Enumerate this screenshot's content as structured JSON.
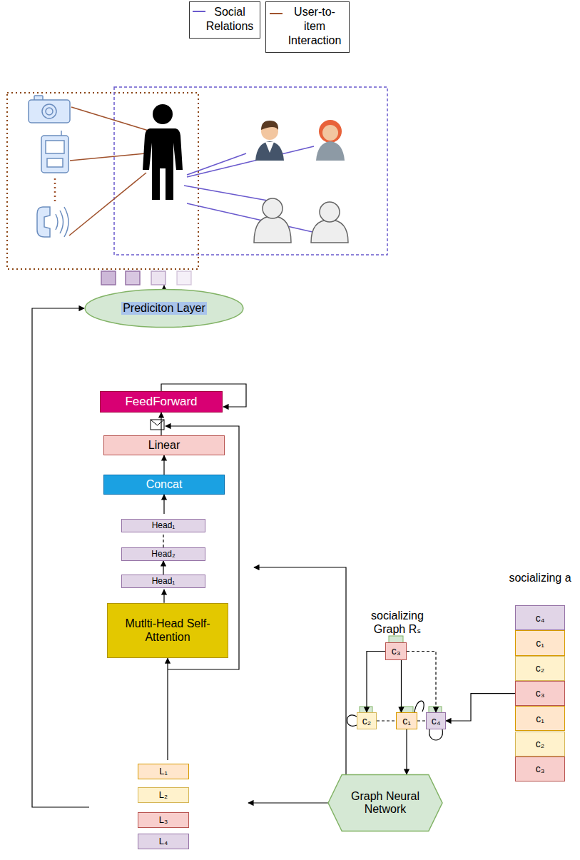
{
  "diagram": {
    "nodes": [
      {
        "text": [
          "Prediciton Layer"
        ]
      },
      {
        "text": []
      },
      {
        "text": [
          "FeedForward"
        ],
        "in": 1
      },
      {
        "text": [
          "Linear"
        ],
        "in": 1
      },
      {
        "text": [
          "Concat"
        ],
        "in": 1
      },
      {
        "text": [],
        "in": 1
      },
      {
        "text": [
          "Head₁"
        ],
        "in": 5
      },
      {
        "text": [
          "Head₂"
        ],
        "in": 5
      },
      {
        "text": [
          "Head₁"
        ],
        "in": 5
      },
      {
        "text": [
          "Mutlti-Head Self-Attention"
        ],
        "in": 1
      },
      {
        "text": []
      },
      {
        "text": [
          "L₁"
        ],
        "in": 10
      },
      {
        "text": [
          "L₂"
        ],
        "in": 10
      },
      {
        "text": [
          "L₃"
        ],
        "in": 10
      },
      {
        "text": [
          "L₄"
        ],
        "in": 10
      },
      {
        "text": [
          "Graph Neural Network"
        ]
      },
      {
        "text": [
          "c₃"
        ]
      },
      {
        "text": [
          "c₂"
        ]
      },
      {
        "text": [
          "c₁"
        ]
      },
      {
        "text": [
          "c₄"
        ]
      },
      {
        "text": [
          "socializing a"
        ]
      },
      {
        "text": [
          "c₄"
        ],
        "in": 20
      },
      {
        "text": [
          "c₁"
        ],
        "in": 20
      },
      {
        "text": [
          "c₂"
        ],
        "in": 20
      },
      {
        "text": [
          "c₃"
        ],
        "in": 20
      },
      {
        "text": [
          "c₁"
        ],
        "in": 20
      },
      {
        "text": [
          "c₂"
        ],
        "in": 20
      },
      {
        "text": [
          "c₃"
        ],
        "in": 20
      }
    ],
    "edges": [
      {
        "from": 4,
        "to": 3,
        "arrow": "to"
      },
      {
        "from": 3,
        "to": 2,
        "arrow": "to"
      },
      {
        "from": 5,
        "to": 4,
        "arrow": "to"
      },
      {
        "from": 9,
        "to": 5,
        "arrow": "to"
      },
      {
        "from": 8,
        "to": 7,
        "arrow": "to"
      },
      {
        "from": 7,
        "to": 6,
        "arrow": "none"
      },
      {
        "from": 10,
        "to": 9,
        "arrow": "to"
      },
      {
        "from": 10,
        "to": 0,
        "arrow": "to"
      },
      {
        "from": 15,
        "to": 10,
        "arrow": "to"
      },
      {
        "from": 15,
        "to": 1,
        "arrow": "to"
      },
      {
        "from": 18,
        "to": 15,
        "arrow": "to"
      },
      {
        "from": 24,
        "to": 19,
        "arrow": "to"
      },
      {
        "from": 16,
        "to": 17,
        "arrow": "to"
      },
      {
        "from": 16,
        "to": 18,
        "arrow": "to"
      },
      {
        "from": 16,
        "to": 19,
        "arrow": "to"
      },
      {
        "from": 17,
        "to": 18,
        "arrow": "none"
      },
      {
        "from": 18,
        "to": 19,
        "arrow": "none"
      }
    ],
    "labels": [
      "socializing Graph Rₛ"
    ],
    "legend": [
      {
        "text": "Social Relations"
      },
      {
        "text": "User-to-item Interaction"
      }
    ]
  }
}
